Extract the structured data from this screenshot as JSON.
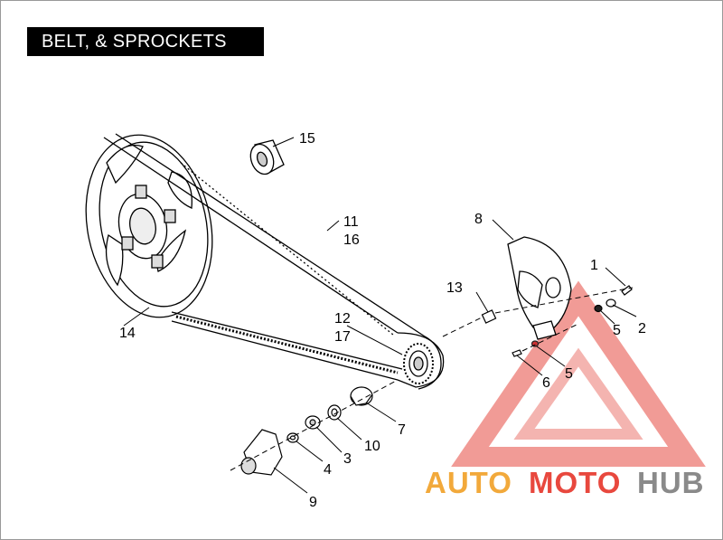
{
  "title": "BELT, & SPROCKETS",
  "callouts": {
    "c1": "1",
    "c2": "2",
    "c3": "3",
    "c4": "4",
    "c5a": "5",
    "c5b": "5",
    "c6": "6",
    "c7": "7",
    "c8": "8",
    "c9": "9",
    "c10": "10",
    "c11": "11",
    "c12": "12",
    "c13": "13",
    "c14": "14",
    "c15": "15",
    "c16": "16",
    "c17": "17"
  },
  "watermark": {
    "part1": "AUTO",
    "part2": "MOTO",
    "part3": "HUB"
  },
  "colors": {
    "watermark_orange": "#f2a93b",
    "watermark_red": "#e8483e",
    "watermark_gray": "#8a8a8a",
    "title_bg": "#000000"
  }
}
